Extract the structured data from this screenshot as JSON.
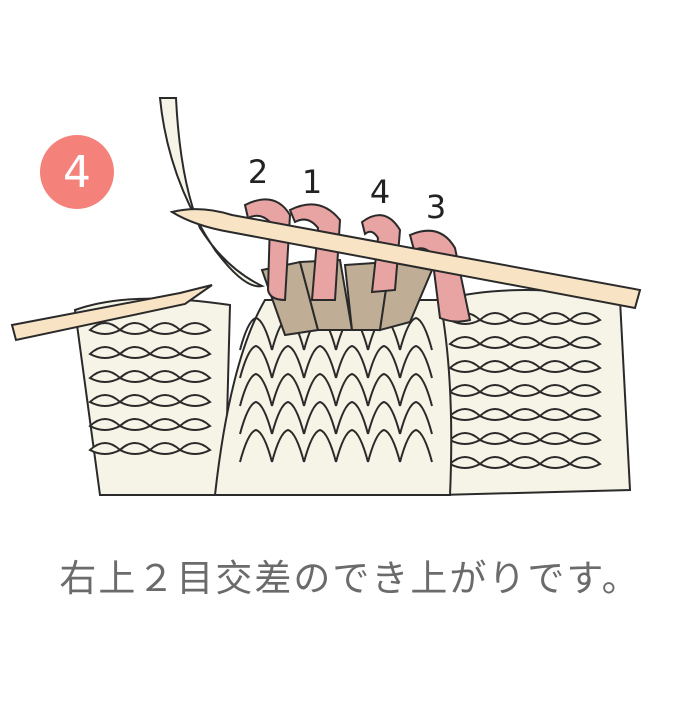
{
  "step": {
    "number": "4",
    "badge_color": "#f4827a"
  },
  "stitch_labels": [
    "2",
    "1",
    "4",
    "3"
  ],
  "caption": "右上２目交差のでき上がりです。",
  "colors": {
    "yarn": "#f6f4e6",
    "outline": "#2a2a2a",
    "needle": "#f8e3c4",
    "crossed_front": "#e8a3a3",
    "crossed_back": "#bfae95",
    "caption_text": "#6b6b6b"
  }
}
